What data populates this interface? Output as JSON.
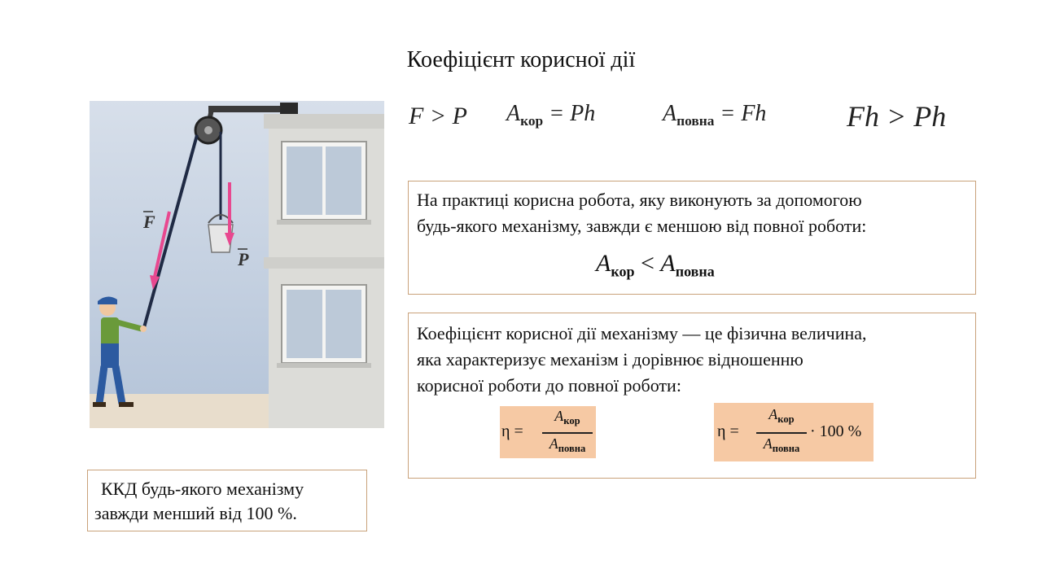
{
  "title": "Коефіцієнт корисної дії",
  "illustration": {
    "force_label": "F",
    "weight_label": "P"
  },
  "formulas": {
    "f1": "F > P",
    "f2_var": "A",
    "f2_sub": "кор",
    "f2_rhs": " = Ph",
    "f3_var": "A",
    "f3_sub": "повна",
    "f3_rhs": " = Fh",
    "f4": "Fh > Ph"
  },
  "box1": {
    "text_line1": "На практиці корисна робота, яку виконують за допомогою",
    "text_line2": "будь-якого механізму, завжди є меншою від повної роботи:",
    "ineq_var1": "A",
    "ineq_sub1": "кор",
    "ineq_op": " < ",
    "ineq_var2": "A",
    "ineq_sub2": "повна"
  },
  "box2": {
    "line1": "Коефіцієнт корисної дії механізму — це фізична величина,",
    "line2": "яка характеризує механізм і дорівнює відношенню",
    "line3": "корисної роботи до повної роботи:",
    "eta": "η =",
    "num_var": "A",
    "num_sub": "кор",
    "den_var": "A",
    "den_sub": "повна",
    "times100": "· 100 %"
  },
  "note": {
    "line1": "ККД будь-якого механізму",
    "line2": "завжди менший від 100 %."
  },
  "colors": {
    "box_border": "#c9a27a",
    "formula_bg": "#f6c9a4",
    "arrow": "#e8488f",
    "wall": "#c7d3e2",
    "building": "#d9d9d6"
  }
}
